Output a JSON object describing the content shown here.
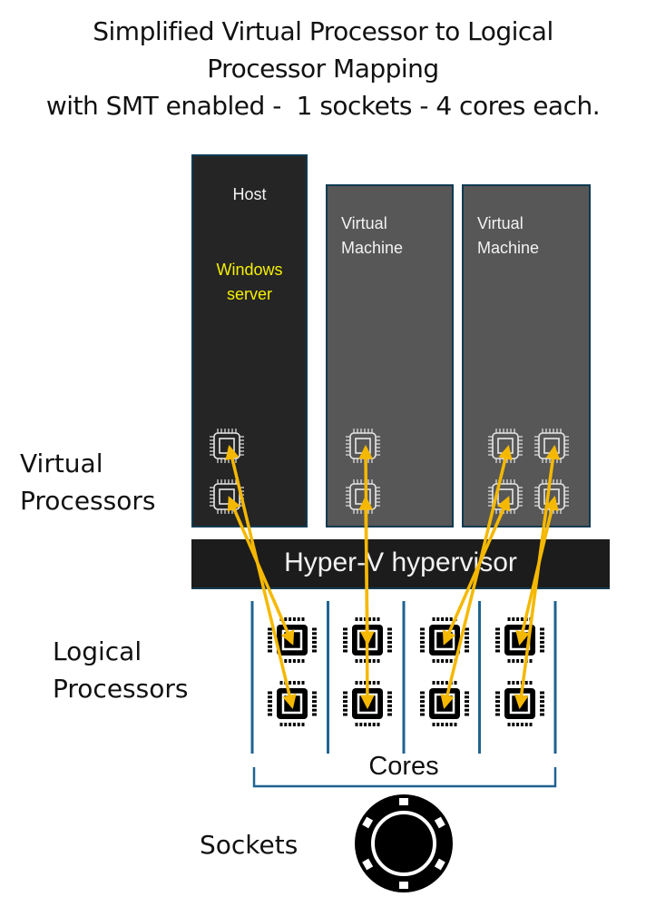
{
  "title": {
    "lines": [
      "Simplified Virtual Processor to Logical",
      "Processor Mapping",
      "with SMT enabled -  1 sockets - 4 cores each."
    ]
  },
  "labels": {
    "virtual_processors": [
      "Virtual",
      "Processors"
    ],
    "logical_processors": [
      "Logical",
      "Processors"
    ],
    "sockets": "Sockets",
    "cores": "Cores",
    "hypervisor": "Hyper-V hypervisor"
  },
  "partitions": [
    {
      "id": "host",
      "label": "Host",
      "os_label": [
        "Windows",
        "server"
      ],
      "virtual_processors": 2
    },
    {
      "id": "vm1",
      "label": [
        "Virtual",
        "Machine"
      ],
      "virtual_processors": 2
    },
    {
      "id": "vm2",
      "label": [
        "Virtual",
        "Machine"
      ],
      "virtual_processors": 4
    }
  ],
  "topology": {
    "sockets": 1,
    "cores_per_socket": 4,
    "logical_processors_per_core": 2,
    "smt_enabled": true
  },
  "mappings": [
    {
      "from": "host.vp0",
      "to": "core0.lp1"
    },
    {
      "from": "host.vp1",
      "to": "core0.lp0"
    },
    {
      "from": "vm1.vp0",
      "to": "core1.lp1"
    },
    {
      "from": "vm1.vp1",
      "to": "core1.lp0"
    },
    {
      "from": "vm2.vp0",
      "to": "core2.lp1"
    },
    {
      "from": "vm2.vp2",
      "to": "core2.lp0"
    },
    {
      "from": "vm2.vp1",
      "to": "core3.lp1"
    },
    {
      "from": "vm2.vp3",
      "to": "core3.lp0"
    }
  ],
  "colors": {
    "arrow": "#f5b800",
    "host_bg": "#252525",
    "vm_bg": "#575757",
    "border": "#0f3a52",
    "core_divider": "#1f6391",
    "os_label": "#f5f000"
  }
}
